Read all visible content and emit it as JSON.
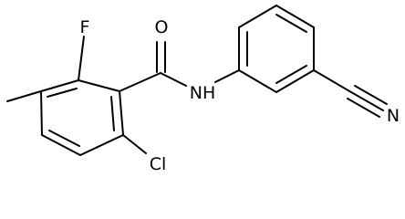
{
  "molecule": {
    "atoms": {
      "oxygen": "O",
      "fluorine": "F",
      "amide_nh": "NH",
      "nitrile_n": "N",
      "chlorine": "Cl"
    }
  }
}
